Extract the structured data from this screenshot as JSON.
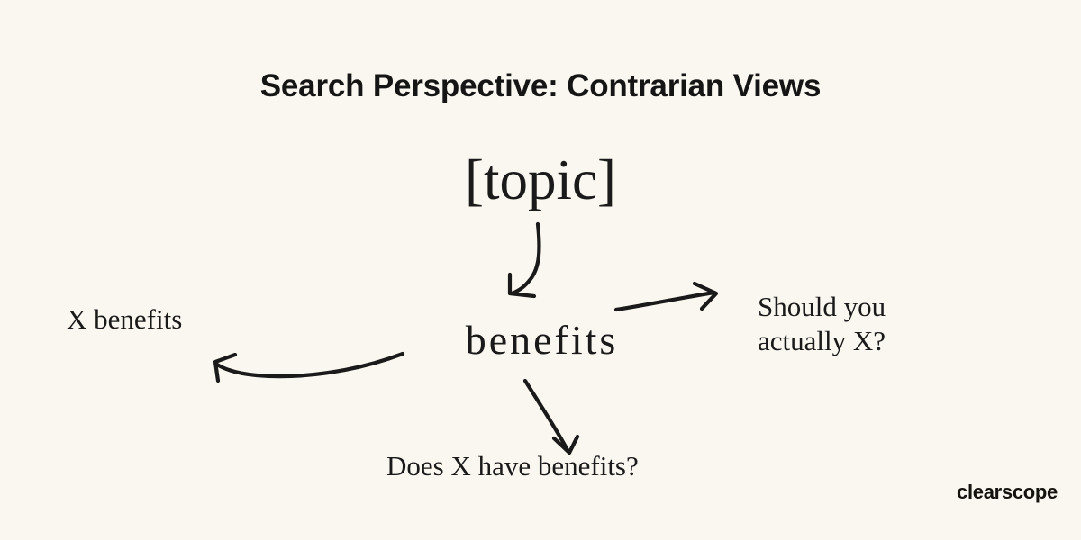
{
  "background_color": "#faf7f0",
  "text_color": "#1a1a1a",
  "header": {
    "title": "Search Perspective: Contrarian Views"
  },
  "diagram": {
    "root_node": "[topic]",
    "center_node": "benefits",
    "branches": {
      "left": "X benefits",
      "right_line1": "Should you",
      "right_line2": "actually X?",
      "bottom": "Does X have benefits?"
    },
    "connectors": [
      {
        "name": "topic-to-benefits",
        "from": "[topic]",
        "to": "benefits",
        "direction": "down-left"
      },
      {
        "name": "benefits-to-right",
        "from": "benefits",
        "to": "Should you actually X?",
        "direction": "right"
      },
      {
        "name": "benefits-to-left",
        "from": "benefits",
        "to": "X benefits",
        "direction": "left"
      },
      {
        "name": "benefits-to-bottom",
        "from": "benefits",
        "to": "Does X have benefits?",
        "direction": "down-right"
      }
    ]
  },
  "footer": {
    "brand": "clearscope"
  }
}
